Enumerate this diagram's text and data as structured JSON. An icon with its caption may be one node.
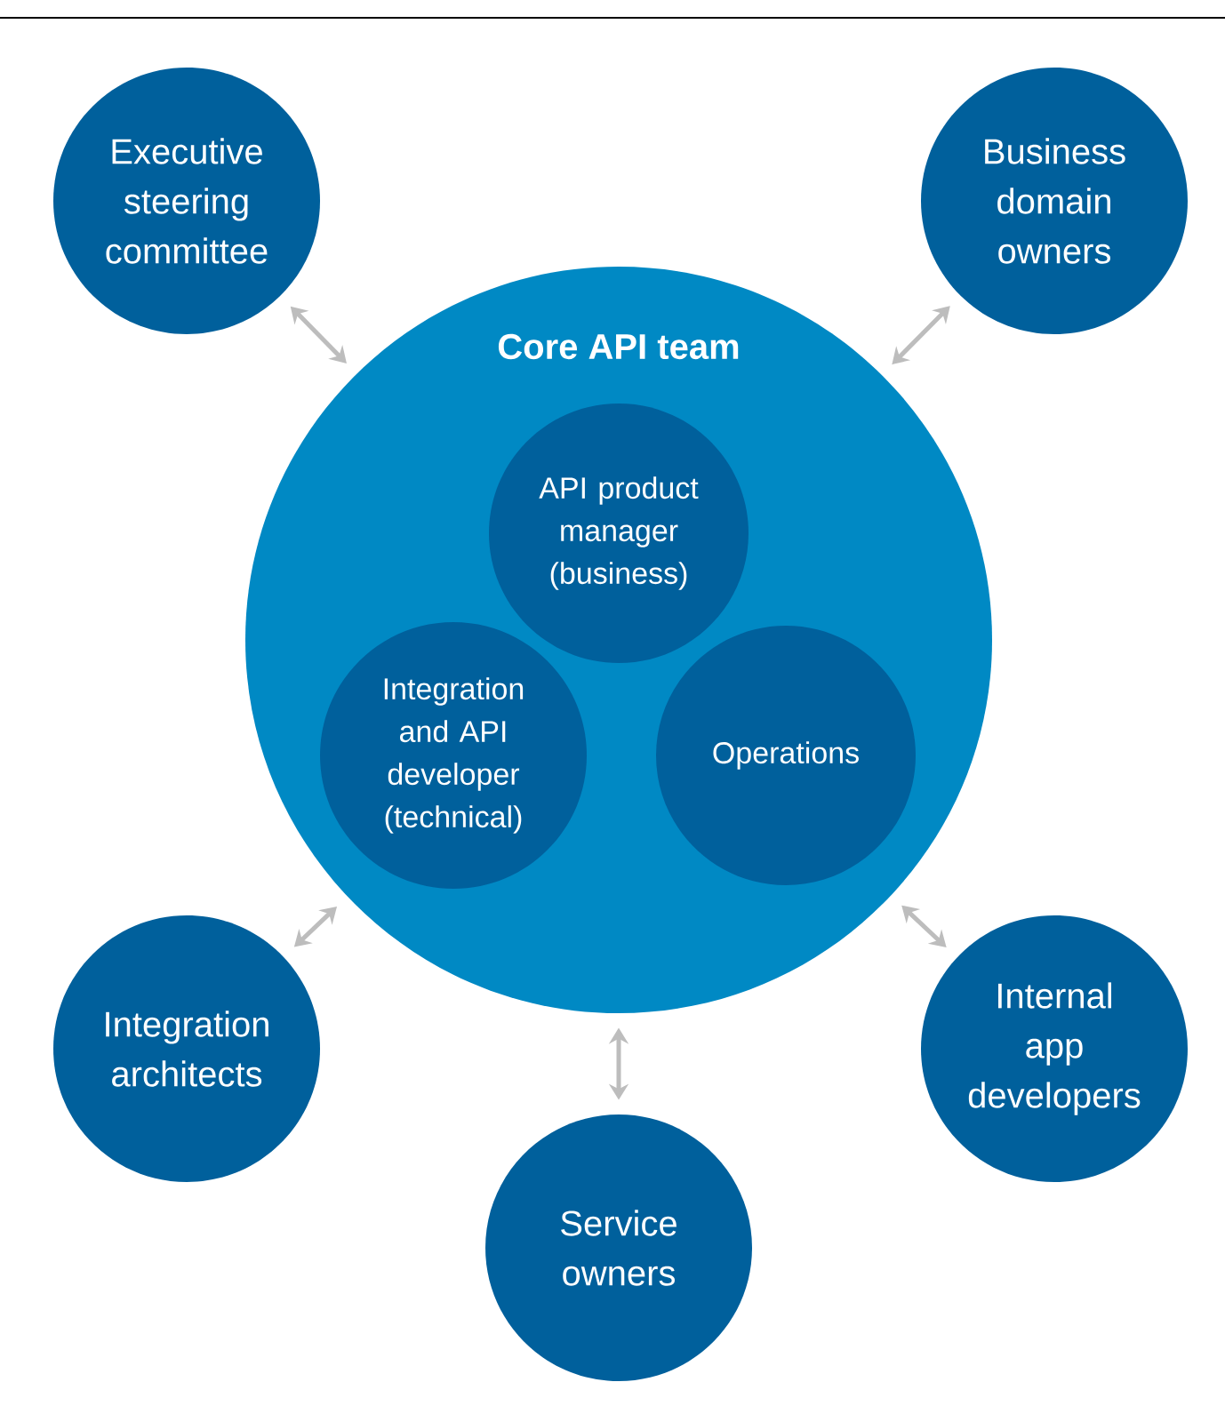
{
  "diagram": {
    "nodes": [
      {
        "text": [
          "Executive steering committee"
        ]
      },
      {
        "text": [
          "Business domain owners"
        ]
      },
      {
        "text": [
          "Core API team"
        ]
      },
      {
        "text": [
          "API product manager (business)"
        ],
        "in": 2
      },
      {
        "text": [
          "Integration and API developer (technical)"
        ],
        "in": 2
      },
      {
        "text": [
          "Operations"
        ],
        "in": 2
      },
      {
        "text": [
          "Integration architects"
        ]
      },
      {
        "text": [
          "Internal app developers"
        ]
      },
      {
        "text": [
          "Service owners"
        ]
      }
    ],
    "edges": [
      {
        "from": 0,
        "to": 2,
        "arrow": "both"
      },
      {
        "from": 1,
        "to": 2,
        "arrow": "both"
      },
      {
        "from": 6,
        "to": 2,
        "arrow": "both"
      },
      {
        "from": 7,
        "to": 2,
        "arrow": "both"
      },
      {
        "from": 8,
        "to": 2,
        "arrow": "both"
      }
    ]
  }
}
